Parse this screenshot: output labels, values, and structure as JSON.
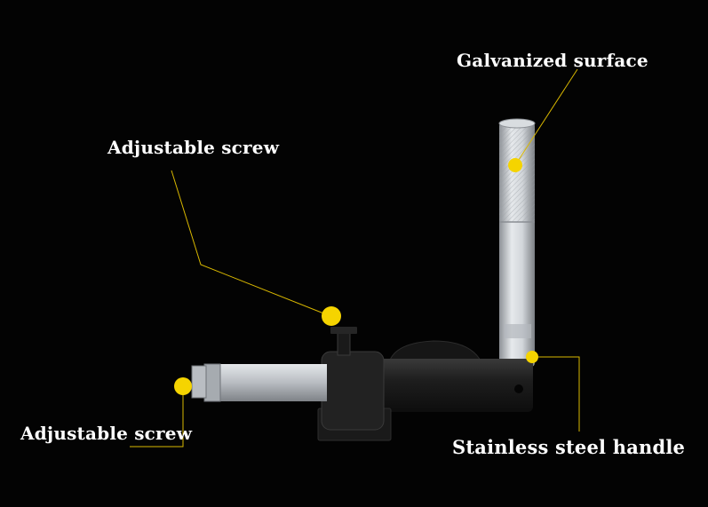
{
  "labels": {
    "galvanized": "Galvanized surface",
    "adjustable_top": "Adjustable screw",
    "adjustable_bottom": "Adjustable screw",
    "handle": "Stainless steel handle"
  },
  "colors": {
    "background": "#030303",
    "callout": "#f5d400",
    "label_text": "#ffffff",
    "clamp_body": "#1c1c1c",
    "steel": "#c8ccd0"
  }
}
